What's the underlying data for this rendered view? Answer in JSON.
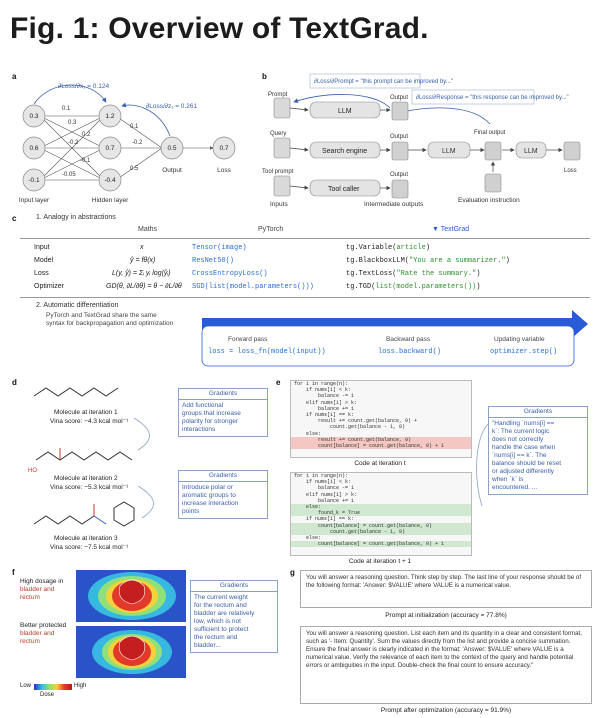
{
  "title": "Fig. 1: Overview of TextGrad.",
  "panel_labels": {
    "a": "a",
    "b": "b",
    "c": "c",
    "d": "d",
    "e": "e",
    "f": "f",
    "g": "g"
  },
  "panel_a": {
    "grad1": "∂Loss/∂x₁ = 0.124",
    "grad2": "∂Loss/∂z₁ = 0.261",
    "input_nodes": [
      "0.3",
      "0.6",
      "-0.1"
    ],
    "hidden_nodes": [
      "1.2",
      "0.7",
      "-0.4"
    ],
    "output_node": "0.5",
    "loss_node": "0.7",
    "weights": [
      "0.1",
      "0.3",
      "0.2",
      "-0.2",
      "-0.1",
      "-0.05",
      "0.1",
      "-0.2",
      "0.5"
    ],
    "labels": {
      "input": "Input layer",
      "hidden": "Hidden layer",
      "output": "Output",
      "loss": "Loss"
    }
  },
  "panel_b": {
    "grad_prompt": "∂Loss/∂Prompt = \"this prompt can be improved by...\"",
    "grad_response": "∂Loss/∂Response = \"this response can be improved by...\"",
    "nodes": {
      "prompt": "Prompt",
      "query": "Query",
      "tool_prompt": "Tool prompt",
      "llm": "LLM",
      "search": "Search engine",
      "tool": "Tool caller",
      "output": "Output",
      "final": "Final output",
      "llm2": "LLM",
      "llm3": "LLM",
      "loss": "Loss"
    },
    "labels": {
      "inputs": "Inputs",
      "intermediate": "Intermediate outputs",
      "eval": "Evaluation instruction"
    }
  },
  "panel_c": {
    "heading1": "1. Analogy in abstractions",
    "cols": [
      "Maths",
      "PyTorch",
      "TextGrad"
    ],
    "rows": [
      {
        "name": "Input",
        "math": "x",
        "pt": "Tensor(image)",
        "tg_pre": "tg.Variable(",
        "tg_arg": "article",
        "tg_post": ")"
      },
      {
        "name": "Model",
        "math": "ŷ = fθ(x)",
        "pt": "ResNet50()",
        "tg_pre": "tg.BlackboxLLM(",
        "tg_arg": "\"You are a summarizer.\"",
        "tg_post": ")"
      },
      {
        "name": "Loss",
        "math": "L(y, ŷ) = Σᵢ yᵢ log(ŷᵢ)",
        "pt": "CrossEntropyLoss()",
        "tg_pre": "tg.TextLoss(",
        "tg_arg": "\"Rate the summary.\"",
        "tg_post": ")"
      },
      {
        "name": "Optimizer",
        "math": "GD(θ, ∂L/∂θ) = θ − ∂L/∂θ",
        "pt": "SGD(list(model.parameters()))",
        "tg_pre": "tg.TGD(",
        "tg_arg": "list(model.parameters())",
        "tg_post": ")"
      }
    ],
    "heading2": "2. Automatic differentiation",
    "auto_text": [
      "PyTorch and TextGrad share the same",
      "syntax for backpropagation and optimization"
    ],
    "passes": [
      {
        "title": "Forward pass",
        "code": "loss = loss_fn(model(input))"
      },
      {
        "title": "Backward pass",
        "code": "loss.backward()"
      },
      {
        "title": "Updating variable",
        "code": "optimizer.step()"
      }
    ]
  },
  "panel_d": {
    "mols": [
      {
        "label": "Molecule at iteration 1",
        "score": "Vina score: −4.3 kcal mol⁻¹"
      },
      {
        "label": "Molecule at iteration 2",
        "score": "Vina score: −5.3 kcal mol⁻¹"
      },
      {
        "label": "Molecule at iteration 3",
        "score": "Vina score: −7.5 kcal mol⁻¹"
      }
    ],
    "grads": [
      {
        "title": "Gradients",
        "text": [
          "Add functional",
          "groups that increase",
          "polarity for stronger",
          "interactions"
        ]
      },
      {
        "title": "Gradients",
        "text": [
          "Introduce polar or",
          "aromatic groups to",
          "increase interaction",
          "points"
        ]
      }
    ],
    "ho": "HO"
  },
  "panel_e": {
    "code1_caption": "Code at iteration t",
    "code2_caption": "Code at iteration t + 1",
    "grad_title": "Gradients",
    "grad_text": [
      "\"Handling `nums[i] ==",
      "k`: The current logic",
      "does not correctly",
      "handle the case when",
      "`nums[i] == k`. The",
      "balance should be reset",
      "or adjusted differently",
      "when `k` is",
      "encountered. ..."
    ],
    "code1": [
      "for i in range(n):",
      "    if nums[i] < k:",
      "        balance -= 1",
      "    elif nums[i] > k:",
      "        balance += 1",
      "    if nums[i] == k:",
      "        result += count.get(balance, 0) +",
      "            count.get(balance - 1, 0)",
      "    else:",
      "        result += count.get(balance, 0)",
      "        count[balance] = count.get(balance, 0) + 1"
    ],
    "code2": [
      "for i in range(n):",
      "    if nums[i] < k:",
      "        balance -= 1",
      "    elif nums[i] > k:",
      "        balance += 1",
      "    else:",
      "        found_k = True",
      "    if nums[i] == k:",
      "        count[balance] = count.get(balance, 0)",
      "            count.get(balance - 1, 0)",
      "    else:",
      "        count[balance] = count.get(balance, 0) + 1"
    ]
  },
  "panel_f": {
    "top_label": [
      "High dosage in",
      "bladder and",
      "rectum"
    ],
    "bottom_label": [
      "Better protected",
      "bladder and",
      "rectum"
    ],
    "grad_title": "Gradients",
    "grad_text": [
      "The current weight",
      "for the rectum and",
      "bladder are relatively",
      "low, which is not",
      "sufficient to protect",
      "the rectum and",
      "bladder..."
    ],
    "scale_low": "Low",
    "scale_high": "High",
    "scale_label": "Dose"
  },
  "panel_g": {
    "prompt1": "You will answer a reasoning question. Think step by step. The last line of your response should be of the following format: 'Answer: $VALUE' where VALUE is a numerical value.",
    "cap1": "Prompt at initialization (accuracy = 77.8%)",
    "prompt2": "You will answer a reasoning question. List each item and its quantity in a clear and consistent format, such as '- Item: Quantity'. Sum the values directly from the list and provide a concise summation. Ensure the final answer is clearly indicated in the format: 'Answer: $VALUE' where VALUE is a numerical value. Verify the relevance of each item to the context of the query and handle potential errors or ambiguities in the input. Double-check the final count to ensure accuracy.\"",
    "cap2": "Prompt after optimization (accuracy = 91.9%)"
  },
  "colors": {
    "accent": "#2a5bd7",
    "grad_blue": "#3a5fa8",
    "code_red": "#f4c7c3",
    "code_green": "#cfe8cf"
  }
}
